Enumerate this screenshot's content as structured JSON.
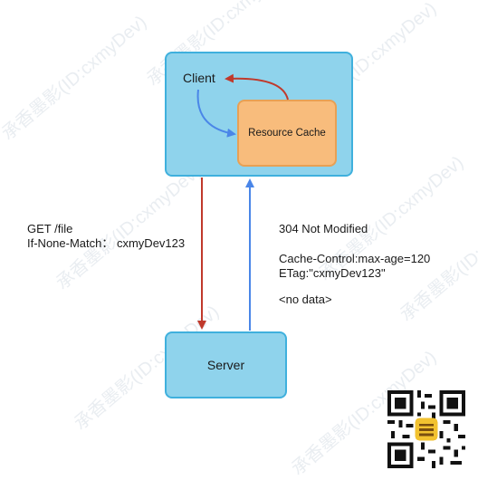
{
  "diagram": {
    "client": "Client",
    "cache": "Resource Cache",
    "server": "Server",
    "request": {
      "line1": "GET /file",
      "line2": "If-None-Match： cxmyDev123"
    },
    "response": {
      "status": "304 Not Modified",
      "cache_control": "Cache-Control:max-age=120",
      "etag": "ETag:\"cxmyDev123\"",
      "body": "<no data>"
    }
  },
  "watermark": "承香墨影(ID:cxmyDev)",
  "colors": {
    "box_fill": "#8fd3ec",
    "cache_fill": "#f8bc7c",
    "request_arrow": "#c0392b",
    "response_arrow": "#4a86e8"
  }
}
